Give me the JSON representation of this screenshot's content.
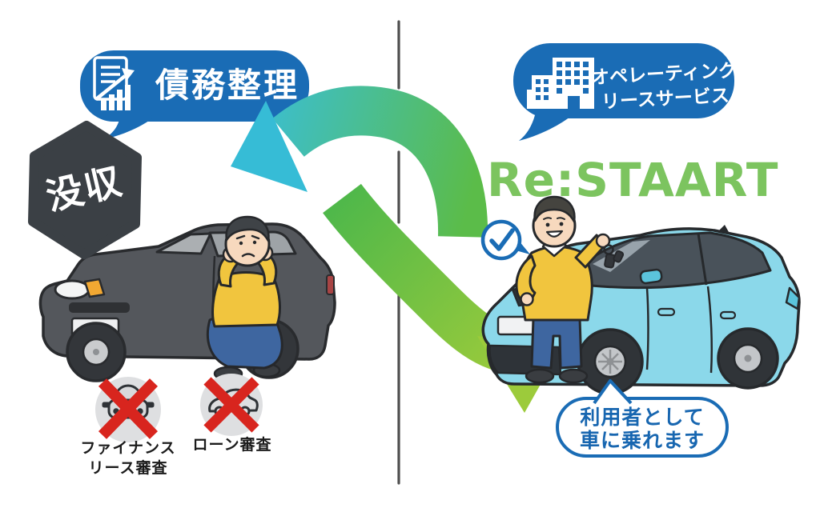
{
  "illustration": {
    "left": {
      "bubble_label": "債務整理",
      "badge_label": "没収",
      "rejection_1_line1": "ファイナンス",
      "rejection_1_line2": "リース審査",
      "rejection_2_label": "ローン審査"
    },
    "right": {
      "bubble_line1": "オペレーティング",
      "bubble_line2": "リースサービス",
      "headline": "Re:STAART",
      "caption_line1": "利用者として",
      "caption_line2": "車に乗れます"
    },
    "colors": {
      "bubble_blue": "#1a6cb5",
      "headline_green": "#7cc45f",
      "arrow_teal": "#3abfd6",
      "arrow_green": "#57bb4a",
      "arrow_lime": "#9ccb3b",
      "badge_charcoal": "#3b4045",
      "alert_red": "#d8251e",
      "caption_blue": "#1766b0",
      "divider_gray": "#4e4e4e",
      "left_car_gray": "#54575c",
      "right_car_cyan": "#8bd8ea",
      "sweater_yellow": "#f1c53e"
    }
  }
}
